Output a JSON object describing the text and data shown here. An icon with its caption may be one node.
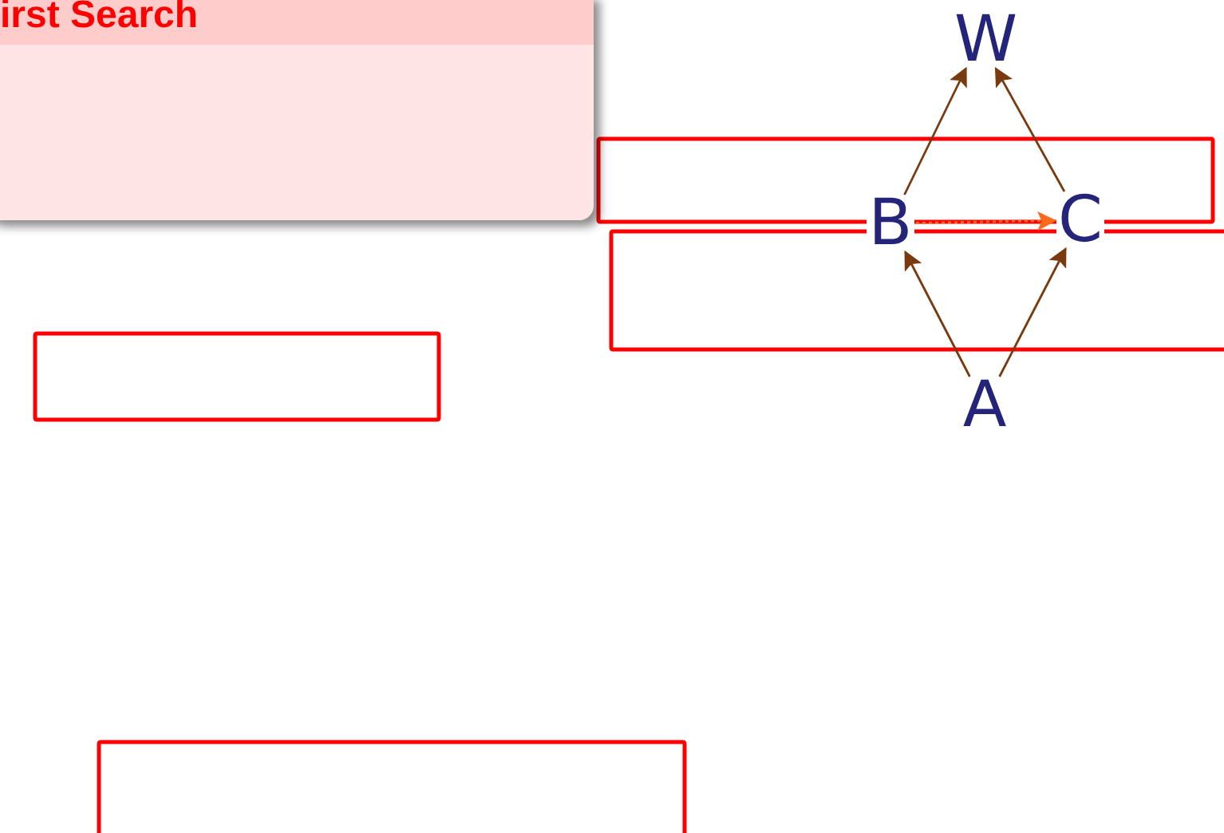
{
  "diagram": {
    "nodes": [
      {
        "text": [
          "irst Search"
        ]
      },
      {
        "text": [
          "W"
        ]
      },
      {
        "text": [
          "B"
        ]
      },
      {
        "text": [
          "C"
        ]
      },
      {
        "text": [
          "A"
        ]
      }
    ],
    "edges": [
      {
        "from": 2,
        "to": 1,
        "arrow": "to"
      },
      {
        "from": 3,
        "to": 1,
        "arrow": "to"
      },
      {
        "from": 2,
        "to": 3,
        "arrow": "to",
        "style": "dashed",
        "color": "#ff6a1a"
      },
      {
        "from": 4,
        "to": 2,
        "arrow": "to"
      },
      {
        "from": 4,
        "to": 3,
        "arrow": "to"
      }
    ]
  }
}
